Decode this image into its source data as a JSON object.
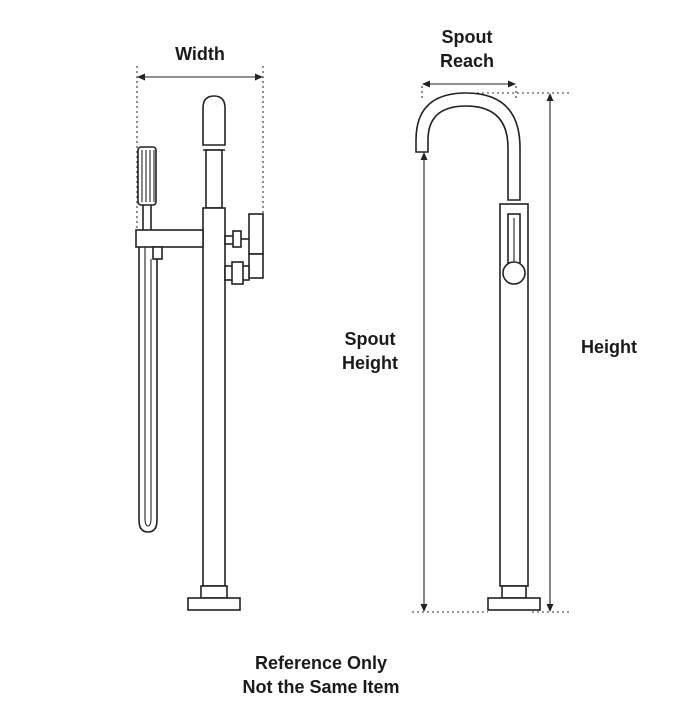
{
  "labels": {
    "width": "Width",
    "spout_reach_line1": "Spout",
    "spout_reach_line2": "Reach",
    "spout_height_line1": "Spout",
    "spout_height_line2": "Height",
    "height": "Height",
    "footer_line1": "Reference Only",
    "footer_line2": "Not the Same Item"
  },
  "colors": {
    "line": "#222222",
    "background": "#ffffff"
  }
}
